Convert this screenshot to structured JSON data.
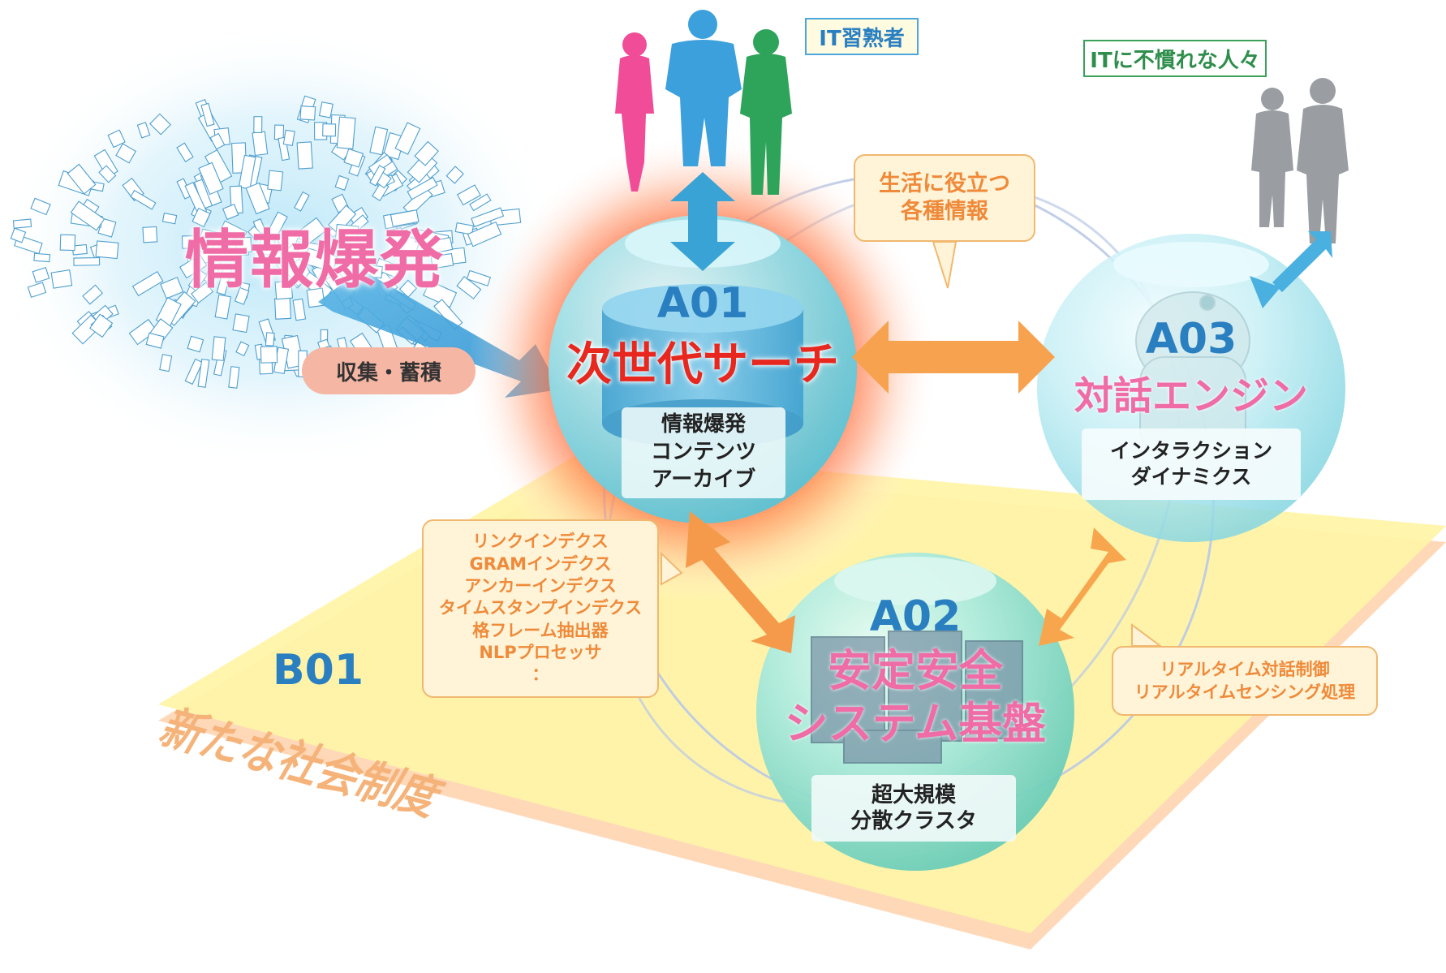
{
  "info_explosion": {
    "title": "情報爆発",
    "collect_label": "収集・蓄積"
  },
  "users": {
    "it_experts_label": "IT習熟者",
    "it_unfamiliar_label": "ITに不慣れな人々"
  },
  "callouts": {
    "useful_info": "生活に役立つ\n各種情報",
    "index_list": "リンクインデクス\nGRAMインデクス\nアンカーインデクス\nタイムスタンプインデクス\n格フレーム抽出器\nNLPプロセッサ\n：",
    "realtime": "リアルタイム対話制御\nリアルタイムセンシング処理"
  },
  "spheres": {
    "a01": {
      "code": "A01",
      "title": "次世代サーチ",
      "sub": "情報爆発\nコンテンツ\nアーカイブ"
    },
    "a02": {
      "code": "A02",
      "title": "安定安全\nシステム基盤",
      "sub": "超大規模\n分散クラスタ"
    },
    "a03": {
      "code": "A03",
      "title": "対話エンジン",
      "sub": "インタラクション\nダイナミクス"
    }
  },
  "b01": {
    "code": "B01",
    "title": "新たな社会制度"
  },
  "colors": {
    "blue_code": "#2a7fc0",
    "pink_title": "#f06ca6",
    "red_title": "#e8281e",
    "callout_text": "#ef8a3a",
    "floor": "#fff4a8",
    "floor_shadow": "#ffd8b8"
  }
}
